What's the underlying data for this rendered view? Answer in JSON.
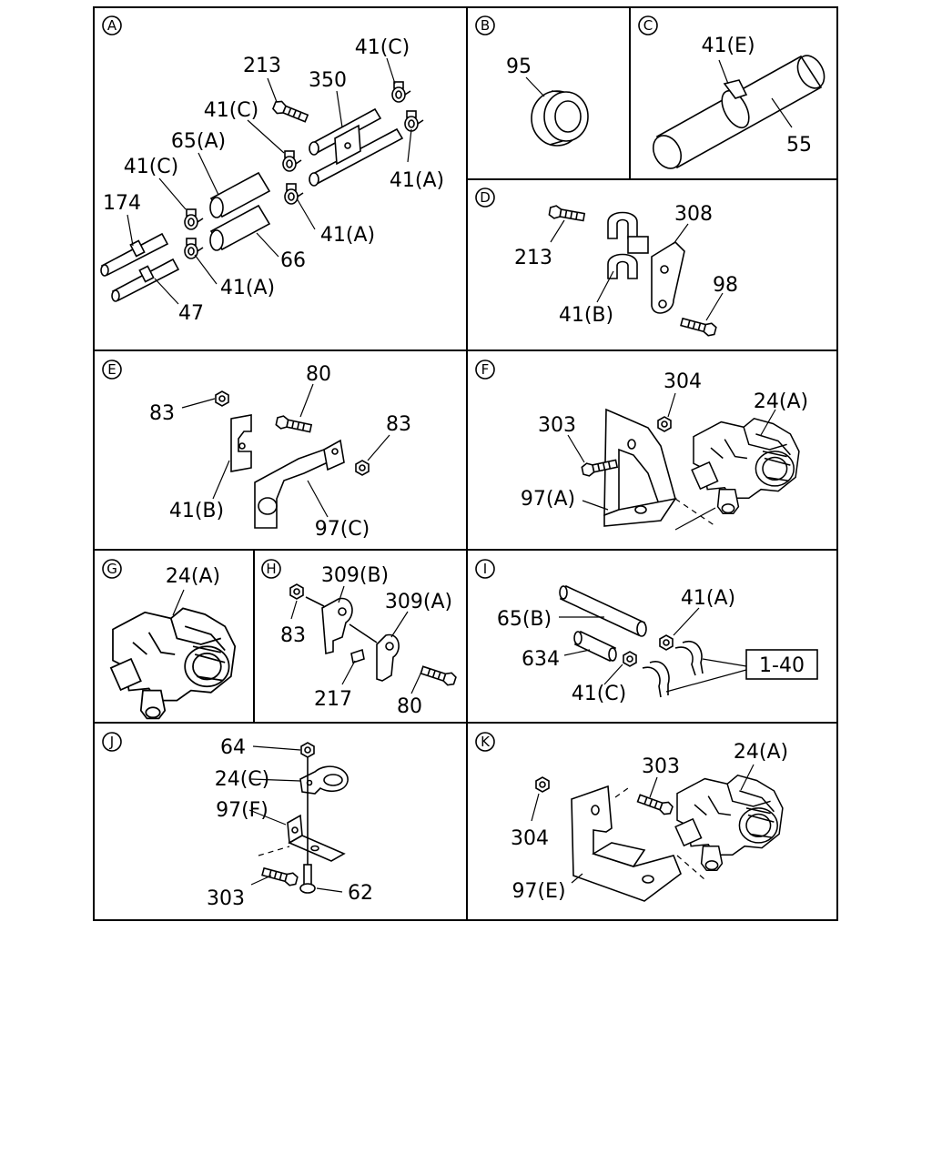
{
  "panels": {
    "A": {
      "letter": "A",
      "labels": {
        "l213": "213",
        "l350": "350",
        "l41c_top": "41(C)",
        "l41c_mid": "41(C)",
        "l65a": "65(A)",
        "l41c_left": "41(C)",
        "l41a_right": "41(A)",
        "l174": "174",
        "l41a_mid": "41(A)",
        "l66": "66",
        "l41a_low": "41(A)",
        "l47": "47"
      }
    },
    "B": {
      "letter": "B",
      "labels": {
        "l95": "95"
      }
    },
    "C": {
      "letter": "C",
      "labels": {
        "l41e": "41(E)",
        "l55": "55"
      }
    },
    "D": {
      "letter": "D",
      "labels": {
        "l213": "213",
        "l308": "308",
        "l98": "98",
        "l41b": "41(B)"
      }
    },
    "E": {
      "letter": "E",
      "labels": {
        "l80": "80",
        "l83_left": "83",
        "l83_right": "83",
        "l41b": "41(B)",
        "l97c": "97(C)"
      }
    },
    "F": {
      "letter": "F",
      "labels": {
        "l304": "304",
        "l24a": "24(A)",
        "l303": "303",
        "l97a": "97(A)"
      }
    },
    "G": {
      "letter": "G",
      "labels": {
        "l24a": "24(A)"
      }
    },
    "H": {
      "letter": "H",
      "labels": {
        "l309b": "309(B)",
        "l309a": "309(A)",
        "l83": "83",
        "l217": "217",
        "l80": "80"
      }
    },
    "I": {
      "letter": "I",
      "labels": {
        "l41a": "41(A)",
        "l65b": "65(B)",
        "l634": "634",
        "l140": "1-40",
        "l41c": "41(C)"
      }
    },
    "J": {
      "letter": "J",
      "labels": {
        "l64": "64",
        "l24c": "24(C)",
        "l97f": "97(F)",
        "l303": "303",
        "l62": "62"
      }
    },
    "K": {
      "letter": "K",
      "labels": {
        "l303": "303",
        "l24a": "24(A)",
        "l304": "304",
        "l97e": "97(E)"
      }
    }
  }
}
